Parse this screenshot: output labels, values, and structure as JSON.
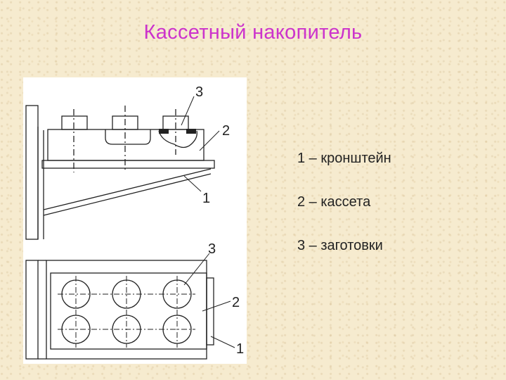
{
  "title": "Кассетный накопитель",
  "legend": [
    "1 – кронштейн",
    "2 – кассета",
    "3 – заготовки"
  ],
  "callouts": {
    "top_3": "3",
    "top_2": "2",
    "top_1": "1",
    "bottom_3": "3",
    "bottom_2": "2",
    "bottom_1": "1"
  }
}
